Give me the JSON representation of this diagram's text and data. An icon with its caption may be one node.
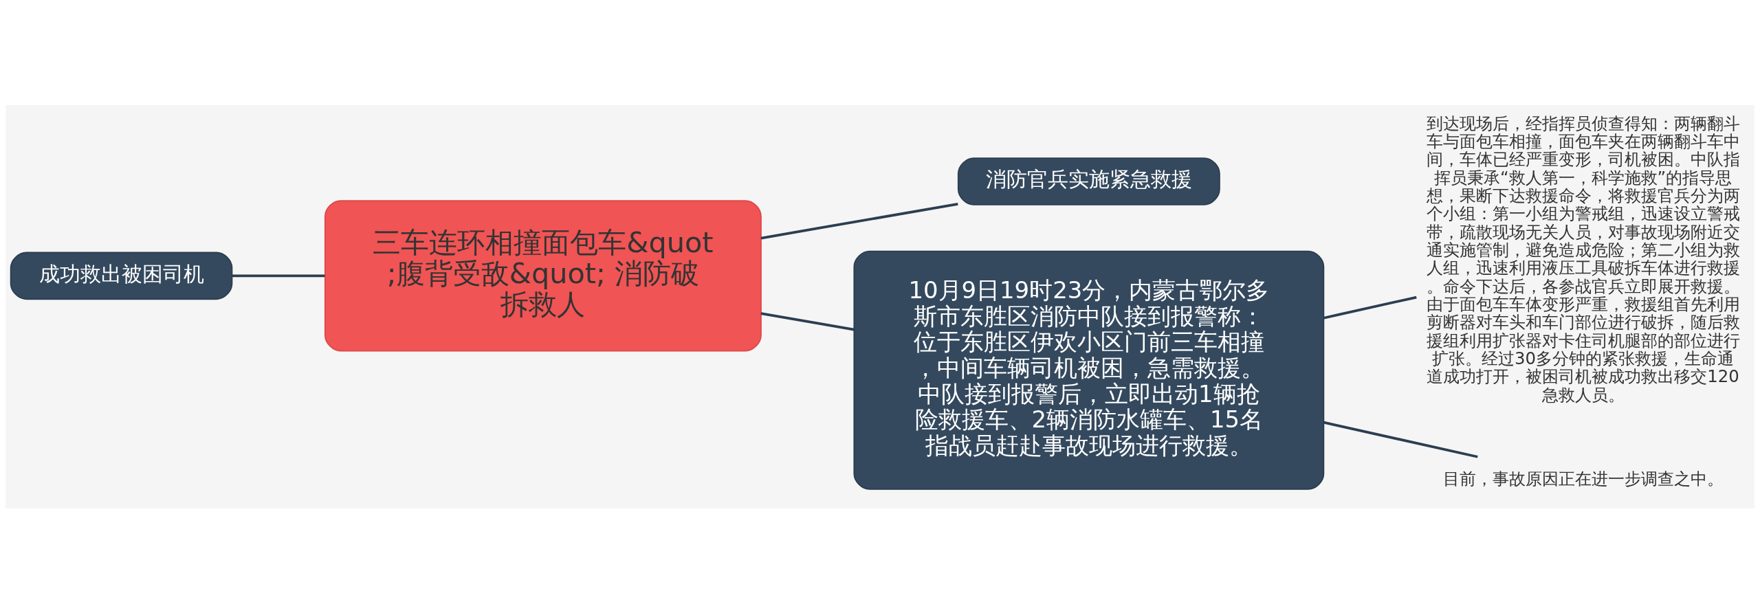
{
  "diagram": {
    "nodes": [
      {
        "text": [
          "三车连环相撞面包车&quot;腹背受敌&quot; 消防破拆救人"
        ]
      },
      {
        "text": [
          "消防官兵实施紧急救援"
        ]
      },
      {
        "text": [
          "成功救出被困司机"
        ]
      },
      {
        "text": [
          "10月9日19时23分，内蒙古鄂尔多斯市东胜区消防中队接到报警称：位于东胜区伊欢小区门前三车相撞，中间车辆司机被困，急需救援。中队接到报警后，立即出动1辆抢险救援车、2辆消防水罐车、15名指战员赶赴事故现场进行救援。"
        ]
      },
      {
        "text": [
          "到达现场后，经指挥员侦查得知：两辆翻斗车与面包车相撞，面包车夹在两辆翻斗车中间，车体已经严重变形，司机被困。中队指挥员秉承“救人第一，科学施救”的指导思想，果断下达救援命令，将救援官兵分为两个小组：第一小组为警戒组，迅速设立警戒带，疏散现场无关人员，对事故现场附近交通实施管制，避免造成危险；第二小组为救人组，迅速利用液压工具破拆车体进行救援。命令下达后，各参战官兵立即展开救援。由于面包车车体变形严重，救援组首先利用剪断器对车头和车门部位进行破拆，随后救援组利用扩张器对卡住司机腿部的部位进行扩张。经过30多分钟的紧张救援，生命通道成功打开，被困司机被成功救出移交120急救人员。"
        ]
      },
      {
        "text": [
          "目前，事故原因正在进一步调查之中。"
        ]
      }
    ],
    "edges": [
      {
        "from": 0,
        "to": 1,
        "arrow": "none"
      },
      {
        "from": 0,
        "to": 2,
        "arrow": "none"
      },
      {
        "from": 0,
        "to": 3,
        "arrow": "none"
      },
      {
        "from": 3,
        "to": 4,
        "arrow": "none"
      },
      {
        "from": 3,
        "to": 5,
        "arrow": "none"
      }
    ]
  }
}
